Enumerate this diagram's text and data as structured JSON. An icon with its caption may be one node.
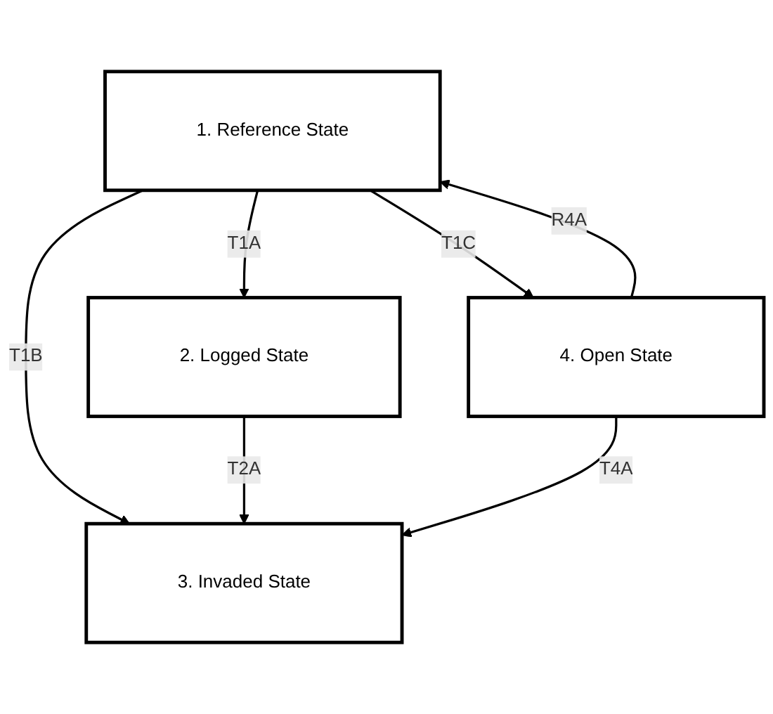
{
  "diagram": {
    "nodes": [
      {
        "text": [
          "1. Reference State"
        ]
      },
      {
        "text": [
          "2. Logged State"
        ]
      },
      {
        "text": [
          "3. Invaded State"
        ]
      },
      {
        "text": [
          "4. Open State"
        ]
      }
    ],
    "edges": [
      {
        "from": 0,
        "to": 1,
        "arrow": "to",
        "label": "T1A"
      },
      {
        "from": 0,
        "to": 2,
        "arrow": "to",
        "label": "T1B"
      },
      {
        "from": 0,
        "to": 3,
        "arrow": "to",
        "label": "T1C"
      },
      {
        "from": 1,
        "to": 2,
        "arrow": "to",
        "label": "T2A"
      },
      {
        "from": 3,
        "to": 0,
        "arrow": "to",
        "label": "R4A"
      },
      {
        "from": 3,
        "to": 2,
        "arrow": "to",
        "label": "T4A"
      }
    ]
  }
}
